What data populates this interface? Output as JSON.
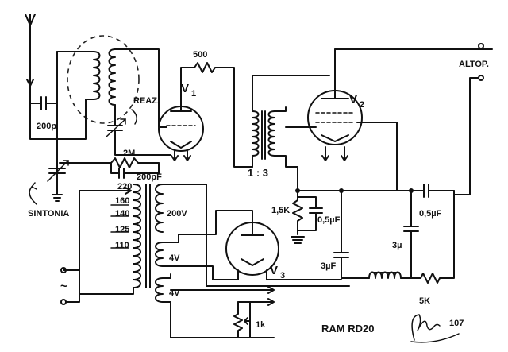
{
  "labels": {
    "r_500": "500",
    "v1": "V",
    "v1_sub": "1",
    "v2": "V",
    "v2_sub": "2",
    "v3": "V",
    "v3_sub": "3",
    "reaz": "REAZ.",
    "c_200p": "200p",
    "r_2m": "2M",
    "c_200pf": "200pF",
    "ratio": "1 : 3",
    "sintonia": "SINTONIA",
    "tap_220": "220",
    "tap_160": "160",
    "tap_140": "140",
    "tap_125": "125",
    "tap_110": "110",
    "sec_200v": "200V",
    "sec_4v_a": "4V",
    "sec_4v_b": "4V",
    "r_1_5k": "1,5K",
    "c_05uf_a": "0,5µF",
    "c_05uf_b": "0,5µF",
    "c_3uf_a": "3µ",
    "c_3uf_b": "3µF",
    "r_5k": "5K",
    "r_1k": "1k",
    "altop": "ALTOP.",
    "ac": "~",
    "title": "RAM  RD20",
    "signature_num": "107"
  }
}
